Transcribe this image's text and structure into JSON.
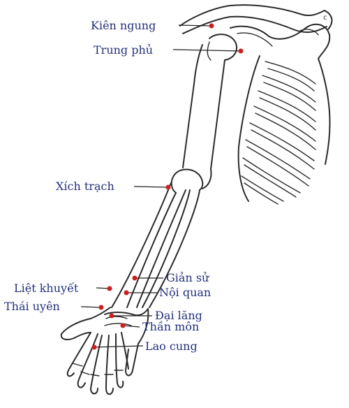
{
  "points": [
    {
      "id": "kien-ngung",
      "label": "Kiên ngung"
    },
    {
      "id": "trung-phu",
      "label": "Trung phủ"
    },
    {
      "id": "xich-trach",
      "label": "Xích trạch"
    },
    {
      "id": "gian-su",
      "label": "Giản sử"
    },
    {
      "id": "liet-khuyet",
      "label": "Liệt khuyết"
    },
    {
      "id": "noi-quan",
      "label": "Nội quan"
    },
    {
      "id": "thai-uyen",
      "label": "Thái uyên"
    },
    {
      "id": "dai-lang",
      "label": "Đại lăng"
    },
    {
      "id": "than-mon",
      "label": "Thần môn"
    },
    {
      "id": "lao-cung",
      "label": "Lao cung"
    }
  ],
  "corner_mark": "c",
  "colors": {
    "label": "#23307a",
    "point": "#cc2020",
    "line": "#2a2a2a"
  }
}
